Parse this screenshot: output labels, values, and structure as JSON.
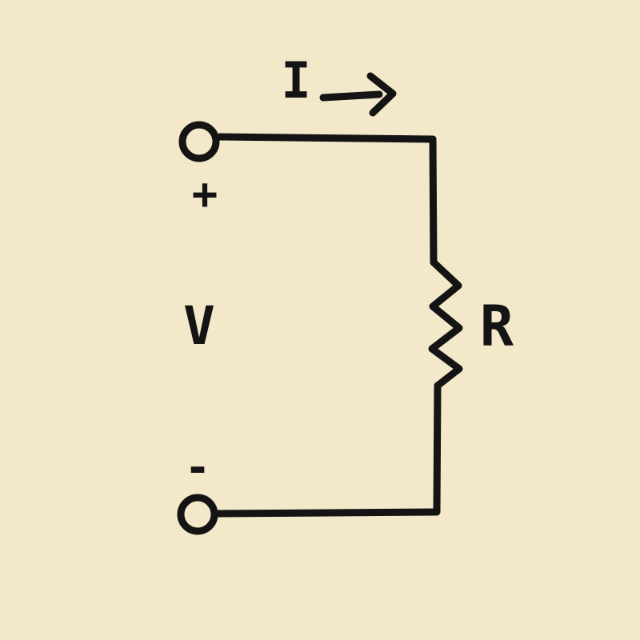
{
  "canvas": {
    "background": "#f4e8cb",
    "line_color": "#141414"
  },
  "diagram": {
    "type": "circuit-schematic",
    "labels": {
      "current": "I",
      "voltage": "V",
      "resistance": "R",
      "positive_terminal": "+",
      "negative_terminal": "-"
    },
    "components": {
      "source": "voltage source V with open-circle terminals on the left",
      "resistor": "zigzag resistor R on the right branch",
      "current_arrow": "arrow pointing right along the top wire"
    }
  }
}
